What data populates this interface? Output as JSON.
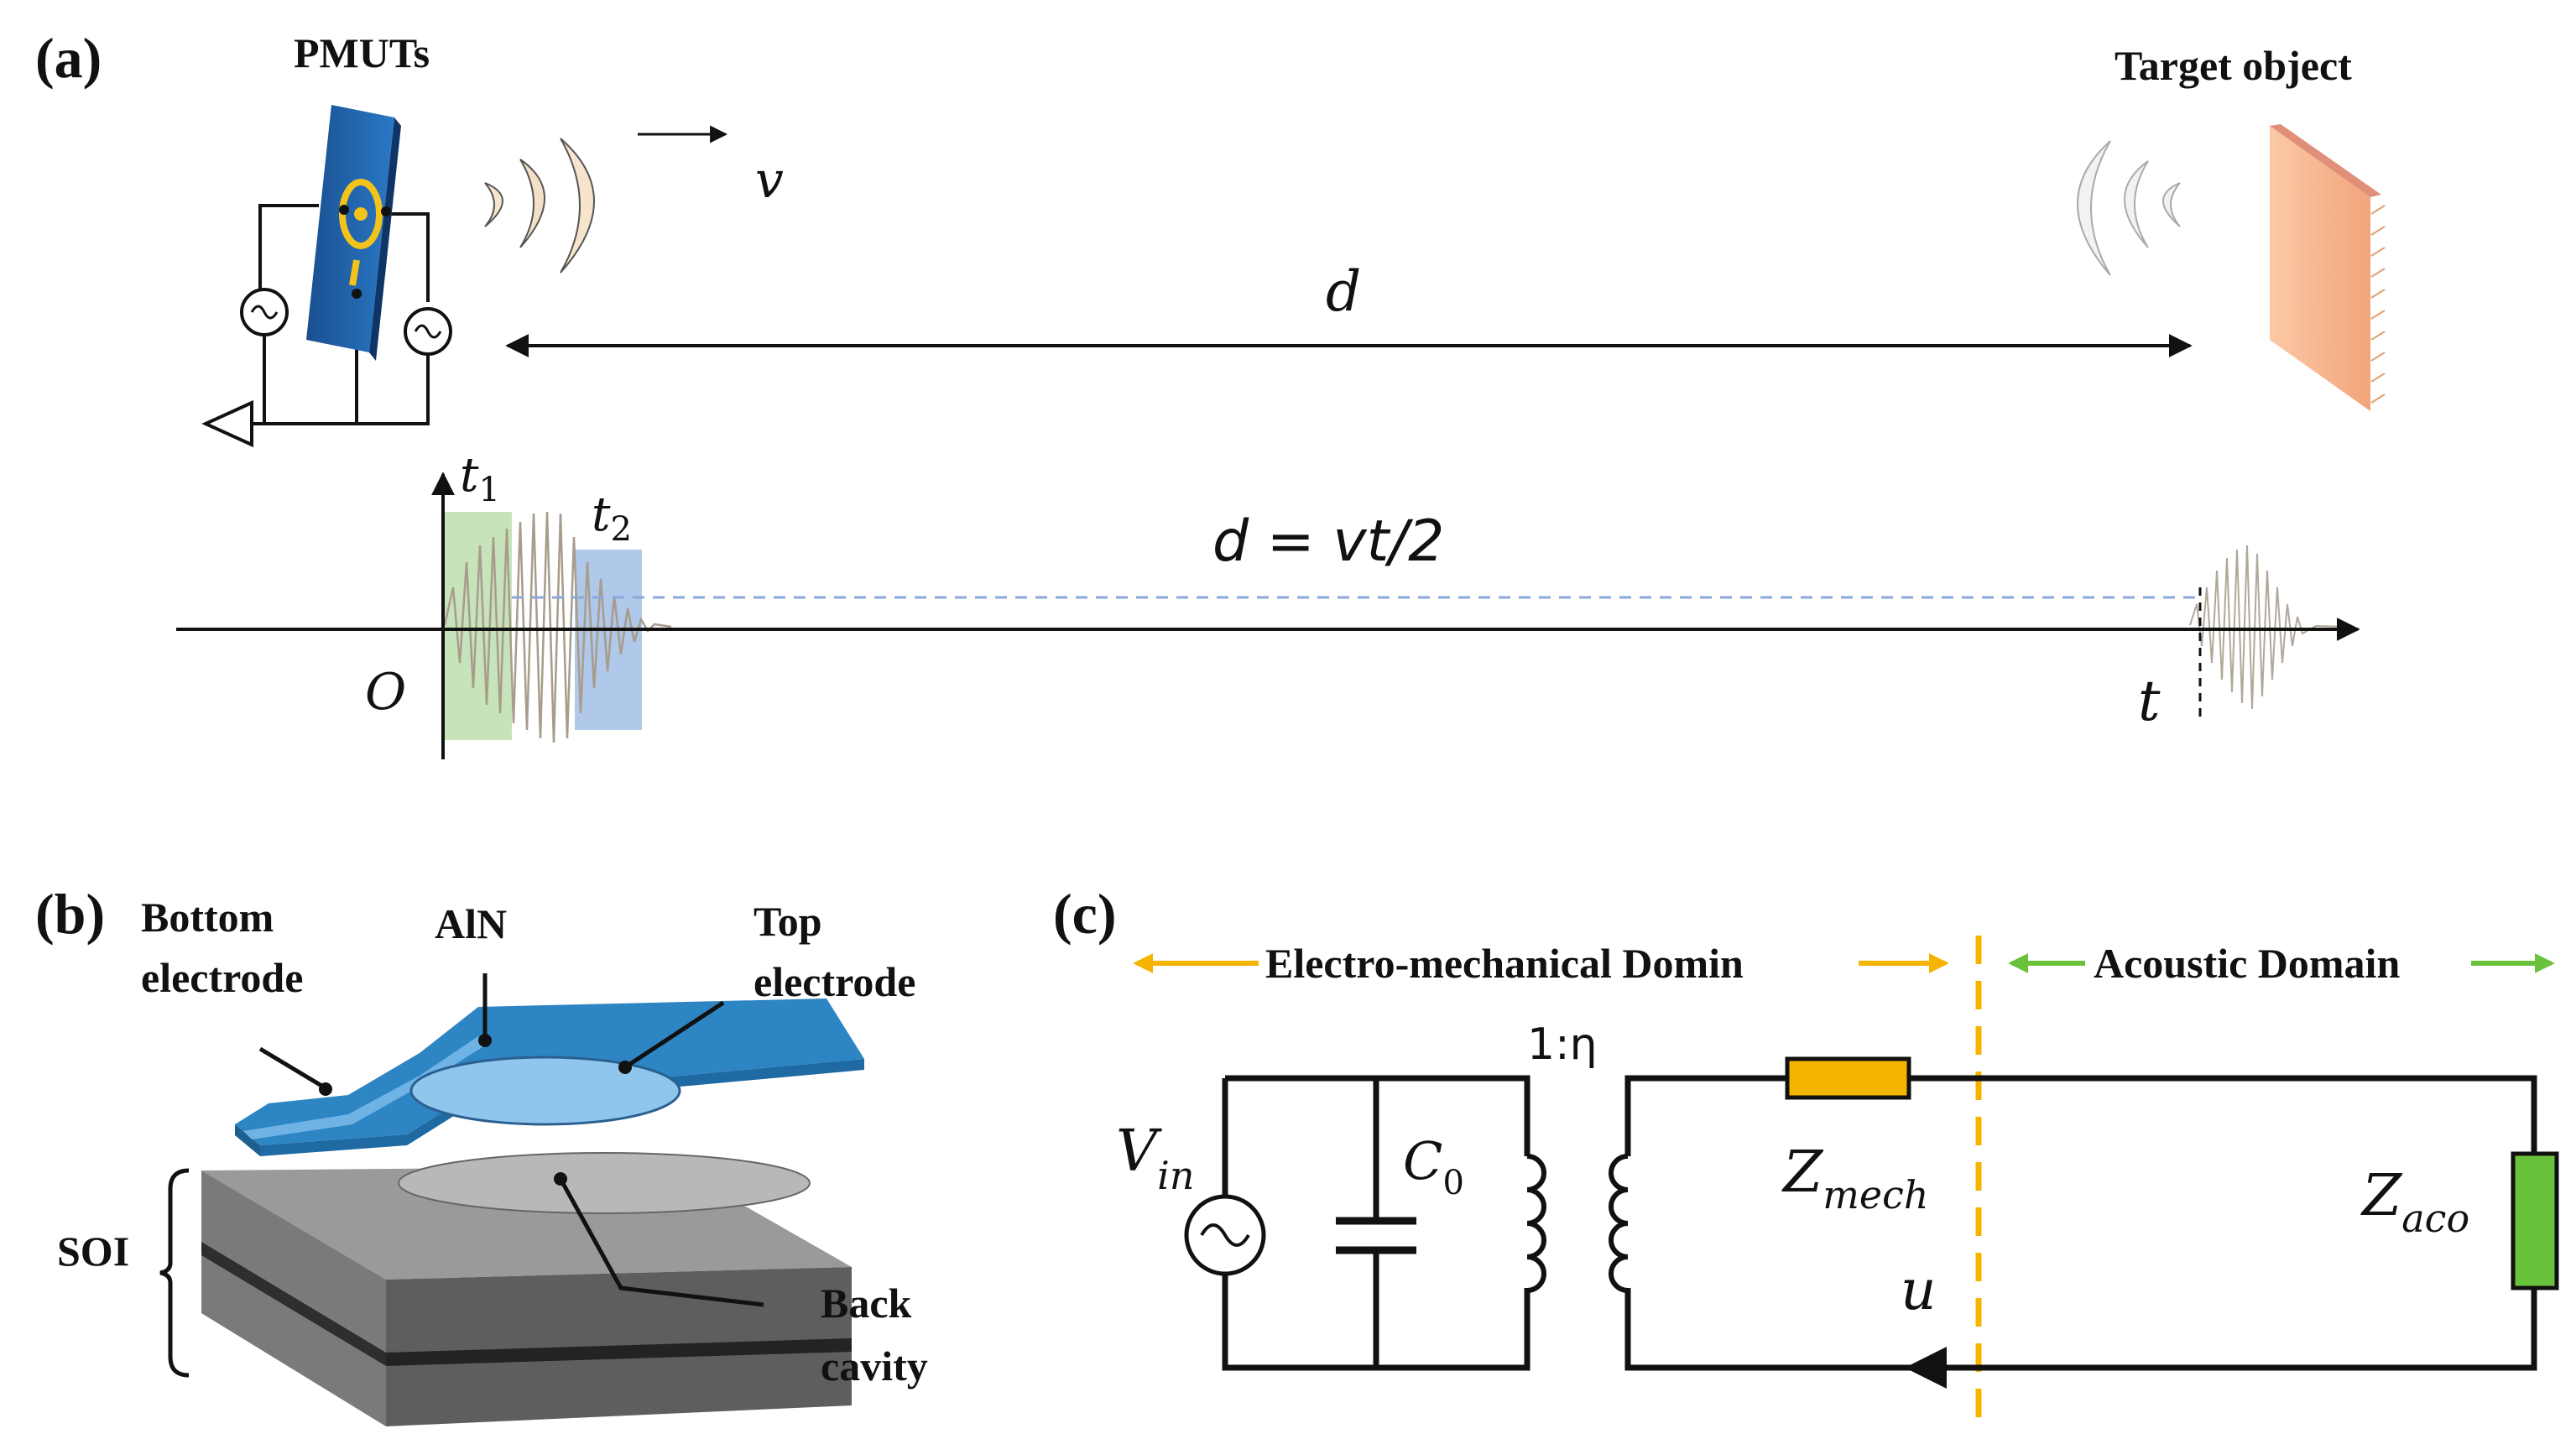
{
  "panels": {
    "a": {
      "label": "(a)",
      "pmuts_label": "PMUTs",
      "target_label": "Target object",
      "velocity_symbol": "v",
      "distance_symbol": "d",
      "equation": "d = vt/2",
      "origin_symbol": "O",
      "t1_symbol": "t",
      "t1_sub": "1",
      "t2_symbol": "t",
      "t2_sub": "2",
      "t_axis_symbol": "t",
      "colors": {
        "tx_window": "#9fcf8a",
        "rx_window": "#8fb0e0",
        "wave": "#a89c8c",
        "device": "#1f5fa8",
        "electrode": "#f2c31a",
        "target": "#f6b894"
      }
    },
    "b": {
      "label": "(b)",
      "bottom_electrode_line1": "Bottom",
      "bottom_electrode_line2": "electrode",
      "aln_label": "AlN",
      "top_electrode_line1": "Top",
      "top_electrode_line2": "electrode",
      "soi_label": "SOI",
      "back_cavity_line1": "Back",
      "back_cavity_line2": "cavity",
      "colors": {
        "aln": "#2f86c4",
        "top_electrode": "#8fc6ee",
        "substrate": "#8a8a8a",
        "oxide": "#3a3a3a"
      }
    },
    "c": {
      "label": "(c)",
      "electro_domain": "Electro-mechanical Domin",
      "acoustic_domain": "Acoustic Domain",
      "vin_main": "V",
      "vin_sub": "in",
      "c0_main": "C",
      "c0_sub": "0",
      "ratio": "1:η",
      "zmech_main": "Z",
      "zmech_sub": "mech",
      "zaco_main": "Z",
      "zaco_sub": "aco",
      "u_symbol": "u",
      "colors": {
        "electro_arrow": "#f5b400",
        "acoustic_arrow": "#6ac23c",
        "zmech_box": "#f5b400",
        "zaco_box": "#6ac23c",
        "divider": "#f5b400"
      }
    }
  }
}
